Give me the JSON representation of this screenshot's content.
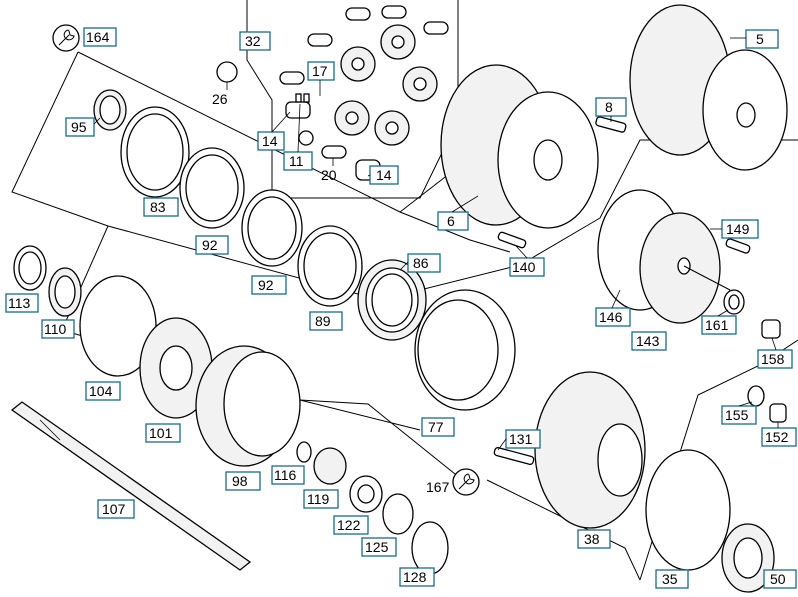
{
  "callouts": [
    {
      "id": "c164",
      "text": "164"
    },
    {
      "id": "c32",
      "text": "32"
    },
    {
      "id": "c17",
      "text": "17"
    },
    {
      "id": "c26",
      "text": "26"
    },
    {
      "id": "c14a",
      "text": "14"
    },
    {
      "id": "c11",
      "text": "11"
    },
    {
      "id": "c20",
      "text": "20"
    },
    {
      "id": "c14b",
      "text": "14"
    },
    {
      "id": "c95",
      "text": "95"
    },
    {
      "id": "c83",
      "text": "83"
    },
    {
      "id": "c92a",
      "text": "92"
    },
    {
      "id": "c92b",
      "text": "92"
    },
    {
      "id": "c89",
      "text": "89"
    },
    {
      "id": "c86",
      "text": "86"
    },
    {
      "id": "c6",
      "text": "6"
    },
    {
      "id": "c140",
      "text": "140"
    },
    {
      "id": "c8",
      "text": "8"
    },
    {
      "id": "c5",
      "text": "5"
    },
    {
      "id": "c149",
      "text": "149"
    },
    {
      "id": "c146",
      "text": "146"
    },
    {
      "id": "c143",
      "text": "143"
    },
    {
      "id": "c161",
      "text": "161"
    },
    {
      "id": "c158",
      "text": "158"
    },
    {
      "id": "c113",
      "text": "113"
    },
    {
      "id": "c110",
      "text": "110"
    },
    {
      "id": "c104",
      "text": "104"
    },
    {
      "id": "c101",
      "text": "101"
    },
    {
      "id": "c98",
      "text": "98"
    },
    {
      "id": "c116",
      "text": "116"
    },
    {
      "id": "c119",
      "text": "119"
    },
    {
      "id": "c77",
      "text": "77"
    },
    {
      "id": "c131",
      "text": "131"
    },
    {
      "id": "c167",
      "text": "167"
    },
    {
      "id": "c155",
      "text": "155"
    },
    {
      "id": "c152",
      "text": "152"
    },
    {
      "id": "c107",
      "text": "107"
    },
    {
      "id": "c122",
      "text": "122"
    },
    {
      "id": "c125",
      "text": "125"
    },
    {
      "id": "c128",
      "text": "128"
    },
    {
      "id": "c38",
      "text": "38"
    },
    {
      "id": "c35",
      "text": "35"
    },
    {
      "id": "c50",
      "text": "50"
    }
  ]
}
